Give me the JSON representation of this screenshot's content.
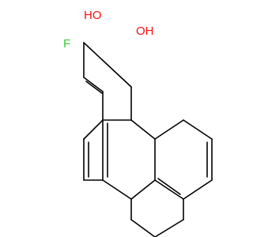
{
  "molecule": {
    "atoms": {
      "fluorine": {
        "label": "F",
        "color": "#33cc33"
      },
      "hydroxyl_1": {
        "label": "HO",
        "color": "#ff0d0d"
      },
      "hydroxyl_2": {
        "label": "OH",
        "color": "#ff0d0d"
      }
    },
    "bond_color": "#000000"
  }
}
